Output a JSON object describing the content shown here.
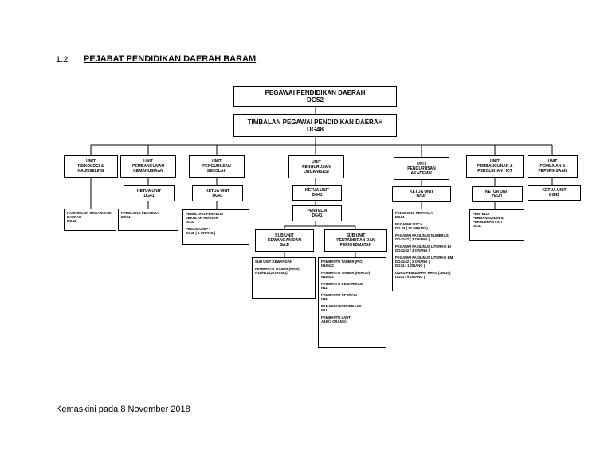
{
  "heading": {
    "number": "1.2",
    "title": "PEJABAT PENDIDIKAN DAERAH BARAM"
  },
  "top": {
    "title": "PEGAWAI PENDIDIKAN DAERAH",
    "grade": "DG52"
  },
  "deputy": {
    "title": "TIMBALAN PEGAWAI PENDIDIKAN DAERAH",
    "grade": "DG48"
  },
  "units": [
    {
      "label": "UNIT\nPSIKOLOGI &\nKAUNSELING"
    },
    {
      "label": "UNIT\nPEMBANGUNAN\nKEMANUSIAAN"
    },
    {
      "label": "UNIT\nPENGURUSAN\nSEKOLAH"
    },
    {
      "label": "UNIT\nPENGURUSAN\nORGANISASI"
    },
    {
      "label": "UNIT\nPENGURUSAN\nAKADEMIK"
    },
    {
      "label": "UNIT\nPEMBANGUNAN &\nPEROLEHAN / ICT"
    },
    {
      "label": "UNIT\nPENILAIAN &\nPEPERIKSAAN"
    }
  ],
  "ketua": {
    "label": "KETUA UNIT",
    "grade": "DG41"
  },
  "penyelia": {
    "label": "PENYELIA",
    "grade": "DG41"
  },
  "subunits": {
    "kewangan": "SUB UNIT\nKEWANGAN DAN\nGAJI",
    "pentadbiran": "SUB UNIT\nPENTADBIRAN DAN\nPERKHIDMATAN"
  },
  "staff": {
    "kaunseling": [
      "KAUNSELOR ORGANISASI",
      "DAERAH",
      "DG41"
    ],
    "kemanusiaan": [
      "PENOLONG PENYELIA",
      "DG34"
    ],
    "sekolah": [
      [
        "PENOLONG PENYELIA",
        "SEKOLAH RENDAH",
        "DG32"
      ],
      [
        "PEGAWAI SIP+",
        "DG48 ( 3 ORANG )"
      ]
    ],
    "kewangan": [
      [
        "SUB UNIT KEWANGAN"
      ],
      [
        "PEMBANTU TADBIR (KEW)",
        "N19/N22 (2 ORANG)"
      ]
    ],
    "pentadbiran": [
      [
        "PEMBANTU TADBIR (P/O)",
        "N19N22"
      ],
      [
        "PEMBANTU TADBIR (REKOD)",
        "N19N22"
      ],
      [
        "PEMBANTU KEMAHIRAN",
        "N11"
      ],
      [
        "PEMBANTU OPERASI",
        "N11"
      ],
      [
        "PEMANDU KENDERAAN",
        "N11"
      ],
      [
        "PEMBANTU LAUT",
        "A19 (3 ORANG)"
      ]
    ],
    "akademik": [
      [
        "PENOLONG PENYELIA",
        "DG34"
      ],
      [
        "PEGAWAI SISC+",
        "DG 44 ( 12 ORANG )"
      ],
      [
        "PEGAWAI FASILINUS NUMERASI",
        "DG41/42 ( 3 ORANG )"
      ],
      [
        "PEGAWAI FASILINUS LITERASI BI",
        "DG41/42 ( 3 ORANG )"
      ],
      [
        "PEGAWAI FASILINUS LITERASI BM",
        "DG41/42 ( 2 ORANG )",
        "DG34 ( 1 ORANG )"
      ],
      [
        "GURU PEMULIHAN KHAS (JINUS)",
        "DG41 ( 9 ORANG )"
      ]
    ],
    "perolehan": [
      "PENYELIA",
      "PEMBANGUNAN &",
      "PEROLEHAN / ICT",
      "DG41"
    ]
  },
  "footer": "Kemaskini pada 8 November 2018"
}
